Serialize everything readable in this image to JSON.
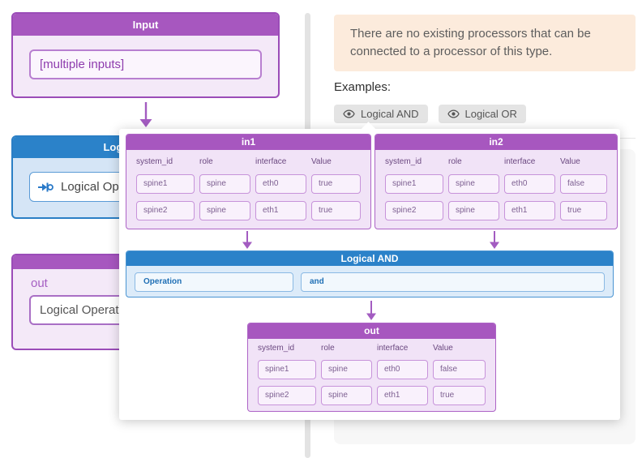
{
  "colors": {
    "accent_purple": "#a757bf",
    "accent_blue": "#2b82c9",
    "notice_bg": "#fcebdc",
    "badge_bg": "#e4e4e4"
  },
  "left_panel": {
    "input_node": {
      "title": "Input",
      "field_value": "[multiple inputs]"
    },
    "operator_node": {
      "title": "Logical Operator",
      "field_value": "Logical Operator"
    },
    "out_node": {
      "title": "",
      "port_label": "out",
      "field_value": "Logical Operator"
    }
  },
  "right_panel": {
    "notice_text": "There are no existing processors that can be connected to a processor of this type.",
    "examples_label": "Examples:",
    "example_badges": [
      {
        "label": "Logical AND"
      },
      {
        "label": "Logical OR"
      }
    ]
  },
  "popup": {
    "in1": {
      "title": "in1",
      "columns": [
        "system_id",
        "role",
        "interface",
        "Value"
      ],
      "rows": [
        [
          "spine1",
          "spine",
          "eth0",
          "true"
        ],
        [
          "spine2",
          "spine",
          "eth1",
          "true"
        ]
      ]
    },
    "in2": {
      "title": "in2",
      "columns": [
        "system_id",
        "role",
        "interface",
        "Value"
      ],
      "rows": [
        [
          "spine1",
          "spine",
          "eth0",
          "false"
        ],
        [
          "spine2",
          "spine",
          "eth1",
          "true"
        ]
      ]
    },
    "processor": {
      "title": "Logical AND",
      "property_name": "Operation",
      "property_value": "and"
    },
    "out": {
      "title": "out",
      "columns": [
        "system_id",
        "role",
        "interface",
        "Value"
      ],
      "rows": [
        [
          "spine1",
          "spine",
          "eth0",
          "false"
        ],
        [
          "spine2",
          "spine",
          "eth1",
          "true"
        ]
      ]
    }
  }
}
